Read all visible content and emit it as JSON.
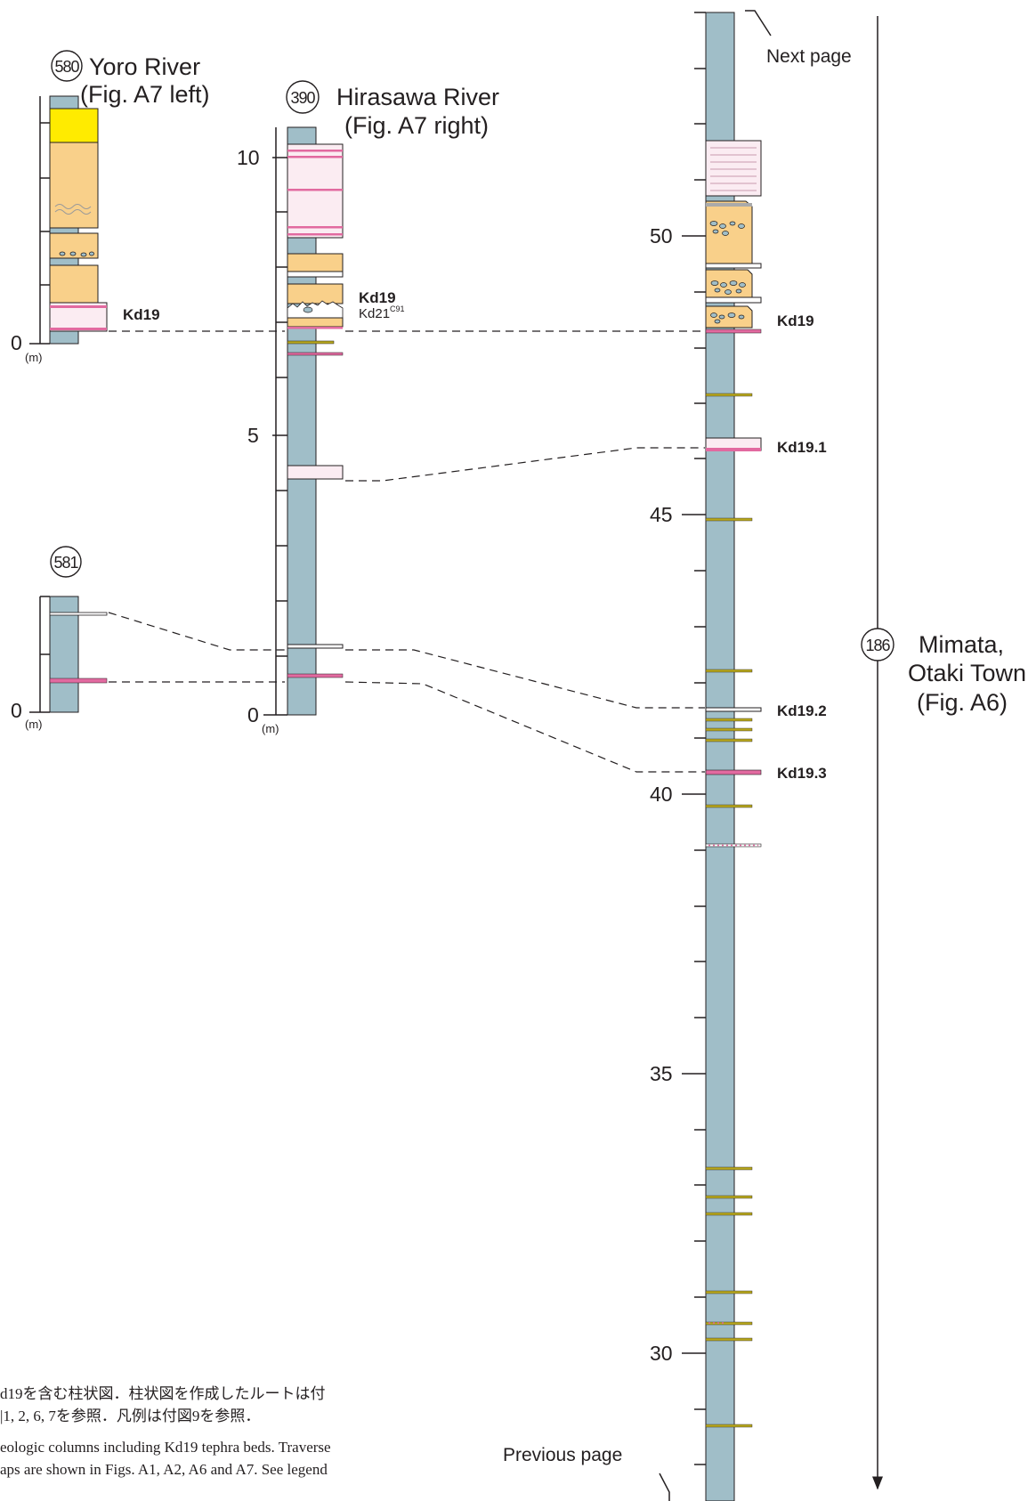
{
  "columns": [
    {
      "id": "580",
      "label": "Yoro River",
      "sublabel": "(Fig. A7 left)"
    },
    {
      "id": "390",
      "label": "Hirasawa River",
      "sublabel": "(Fig. A7 right)"
    },
    {
      "id": "581"
    },
    {
      "id": "186",
      "label": "Mimata,",
      "label2": "Otaki Town",
      "sublabel": "(Fig. A6)"
    }
  ],
  "scale": {
    "c580": [
      "0"
    ],
    "c390": [
      "10",
      "5",
      "0"
    ],
    "c581": [
      "0"
    ],
    "c186": [
      "50",
      "45",
      "40",
      "35",
      "30"
    ],
    "unit": "(m)"
  },
  "beds": {
    "kd19_580": "Kd19",
    "kd19_390": "Kd19",
    "kd21_390": "Kd21",
    "kd21_sup": "C91",
    "kd19_186": "Kd19",
    "kd19_1": "Kd19.1",
    "kd19_2": "Kd19.2",
    "kd19_3": "Kd19.3"
  },
  "nav": {
    "next": "Next page",
    "prev": "Previous page"
  },
  "caption": {
    "jp1": "d19を含む柱状図．柱状図を作成したルートは付",
    "jp2": "|1, 2, 6, 7を参照．凡例は付図9を参照．",
    "en1": "eologic columns including Kd19 tephra beds. Traverse",
    "en2": "aps are shown in Figs. A1, A2, A6 and A7. See legend"
  },
  "colors": {
    "mudstone": "#a0bec8",
    "sand": "#f9d08a",
    "tuff_pink": "#fbecf2",
    "pink_line": "#e26aa0",
    "yellow": "#ffeb00",
    "olive": "#b8a81e"
  }
}
